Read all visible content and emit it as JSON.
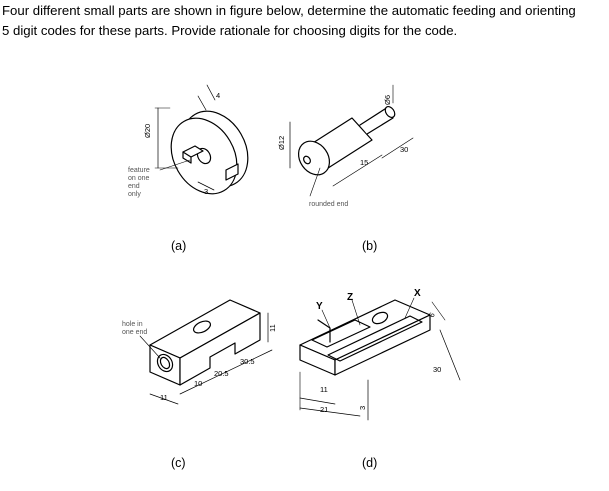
{
  "question": {
    "line1": "Four different small parts are shown in figure below, determine the automatic feeding and orienting",
    "line2": "5 digit codes for these parts. Provide rationale for choosing digits for the code."
  },
  "figures": {
    "a": {
      "caption": "(a)",
      "dims": {
        "diameter": "Ø20",
        "d1": "4",
        "d2": "3"
      },
      "note": [
        "feature",
        "on one",
        "end",
        "only"
      ]
    },
    "b": {
      "caption": "(b)",
      "dims": {
        "diameter": "Ø12",
        "length": "15",
        "total": "30",
        "tip": "Ø6"
      },
      "note": "rounded end"
    },
    "c": {
      "caption": "(c)",
      "dims": {
        "d11a": "11",
        "d10": "10",
        "d205": "20.5",
        "d305": "30.5",
        "d11b": "11"
      },
      "note": [
        "hole in",
        "one end"
      ]
    },
    "d": {
      "caption": "(d)",
      "axes": {
        "x": "X",
        "y": "Y",
        "z": "Z"
      },
      "dims": {
        "d6": "6",
        "d30": "30",
        "d11": "11",
        "d21": "21",
        "d3": "3"
      }
    }
  }
}
